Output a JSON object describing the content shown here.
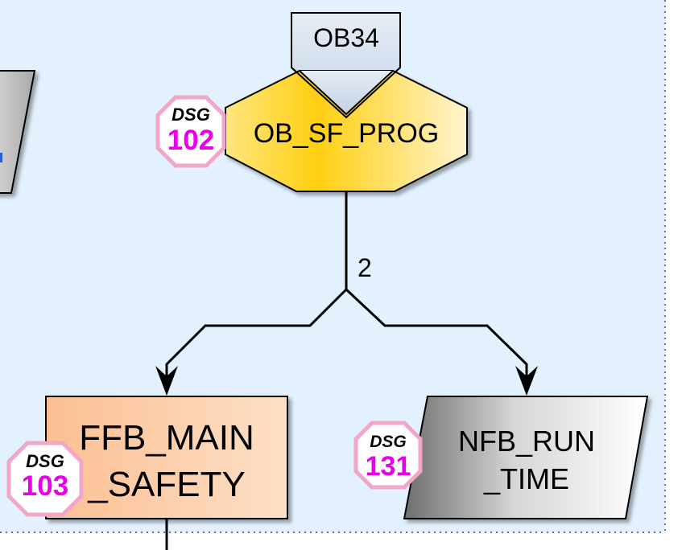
{
  "diagram": {
    "top_block": {
      "label": "OB34"
    },
    "organization_block": {
      "label": "OB_SF_PROG",
      "dsg_tag": "DSG",
      "dsg_number": "102"
    },
    "call_count": "2",
    "left_block": {
      "line1": "FFB_MAIN",
      "line2": "_SAFETY",
      "dsg_tag": "DSG",
      "dsg_number": "103"
    },
    "right_block": {
      "line1": "NFB_RUN",
      "line2": "_TIME",
      "dsg_tag": "DSG",
      "dsg_number": "131"
    }
  },
  "colors": {
    "background": "#e2f1fd",
    "ob_gradient_center": "#ffd21a",
    "ob_gradient_edge": "#fff3c8",
    "ffb_fill": "#fcc9a0",
    "nfb_gray": "#7a7a7a",
    "dsg_number": "#e800e8",
    "dsg_border": "#f2a6c8",
    "top_block_fill": "#cdd9ea"
  }
}
